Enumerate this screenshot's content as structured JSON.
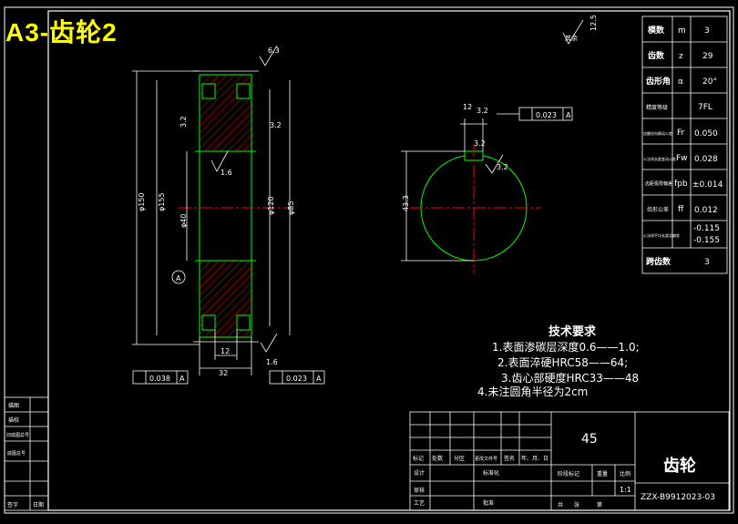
{
  "sheet": {
    "title": "A3-齿轮2"
  },
  "params": [
    {
      "label": "模数",
      "symbol": "m",
      "value": "3"
    },
    {
      "label": "齿数",
      "symbol": "z",
      "value": "29"
    },
    {
      "label": "齿形角",
      "symbol": "α",
      "value": "20°"
    },
    {
      "label": "精度等级",
      "symbol": "",
      "value": "7FL"
    },
    {
      "label": "齿圈径向跳动公差",
      "symbol": "Fr",
      "value": "0.050"
    },
    {
      "label": "公法线长度变动公差",
      "symbol": "Fw",
      "value": "0.028"
    },
    {
      "label": "齿距极限偏差",
      "symbol": "fpb",
      "value": "±0.014"
    },
    {
      "label": "齿形公差",
      "symbol": "ff",
      "value": "0.012"
    },
    {
      "label": "公法线平均长度及偏差",
      "symbol": "",
      "value": "-0.115\n-0.155"
    },
    {
      "label": "跨齿数",
      "symbol": "",
      "value": "3"
    }
  ],
  "tech_req": {
    "heading": "技术要求",
    "lines": [
      "1.表面渗碳层深度0.6——1.0;",
      "2.表面淬硬HRC58——64;",
      "3.齿心部硬度HRC33——48",
      "4.未注圆角半径为2cm"
    ]
  },
  "title_block": {
    "material": "45",
    "part_name": "齿轮",
    "drawing_no": "ZZX-B9912023-03",
    "scale": "1:1",
    "labels": {
      "mark": "标记",
      "count": "处数",
      "zone": "分区",
      "change_doc": "更改文件号",
      "signature": "签名",
      "date": "年、月、日",
      "design": "设计",
      "standardize": "标准化",
      "stage_mark": "阶段标记",
      "weight": "重量",
      "ratio": "比例",
      "review": "审核",
      "process": "工艺",
      "approve": "批准",
      "sheets_total": "共",
      "sheets": "张",
      "sheet_no": "第"
    }
  },
  "side_block": {
    "labels": [
      "描图",
      "描校",
      "旧底图总号",
      "底图总号",
      "签字",
      "日期"
    ]
  },
  "annotations": {
    "roughness_other": "其余",
    "roughness_main": "12.5",
    "roughness_top": "6.3",
    "roughness_left": "3.2",
    "roughness_right": "3.2",
    "roughness_bore": "1.6",
    "roughness_bottom": "1.6",
    "roughness_key_side": "3.2",
    "roughness_key_right": "3.2",
    "roughness_key_top": "3.2",
    "dim_od": "φ150",
    "dim_od2": "φ155",
    "dim_bore": "φ40",
    "dim_hub1": "φ120",
    "dim_hub2": "φ85",
    "dim_width": "32",
    "dim_hub_w": "12",
    "dim_key_w": "12",
    "dim_key_depth": "43.3",
    "dim_key_bore": "43.3",
    "tol_left": "0.038",
    "tol_right": "0.023",
    "tol_key": "0.023",
    "datum_a": "A",
    "datum_left": "A",
    "datum_right": "A"
  },
  "colors": {
    "frame": "#ffffff",
    "hatch": "#ff0000",
    "outline": "#00ff00",
    "center": "#ff0000",
    "title_yellow": "#ffff00"
  }
}
